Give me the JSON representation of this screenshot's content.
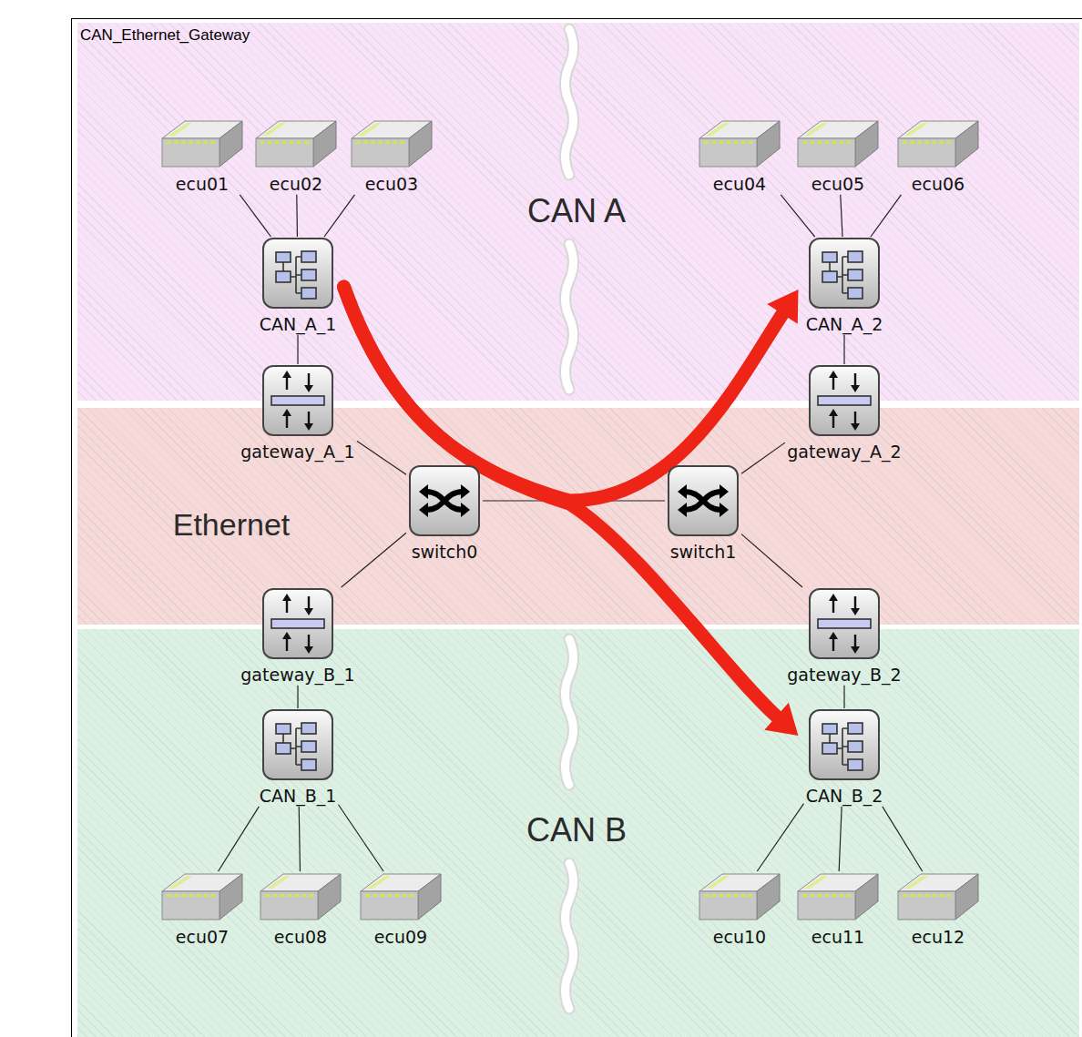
{
  "diagram": {
    "title": "CAN_Ethernet_Gateway",
    "nodes": [
      {
        "text": [
          "CAN A"
        ]
      },
      {
        "text": [
          "Ethernet"
        ]
      },
      {
        "text": [
          "CAN B"
        ]
      },
      {
        "text": [
          "ecu01"
        ],
        "in": 0
      },
      {
        "text": [
          "ecu02"
        ],
        "in": 0
      },
      {
        "text": [
          "ecu03"
        ],
        "in": 0
      },
      {
        "text": [
          "ecu04"
        ],
        "in": 0
      },
      {
        "text": [
          "ecu05"
        ],
        "in": 0
      },
      {
        "text": [
          "ecu06"
        ],
        "in": 0
      },
      {
        "text": [
          "CAN_A_1"
        ],
        "in": 0
      },
      {
        "text": [
          "CAN_A_2"
        ],
        "in": 0
      },
      {
        "text": [
          "gateway_A_1"
        ]
      },
      {
        "text": [
          "gateway_A_2"
        ]
      },
      {
        "text": [
          "switch0"
        ],
        "in": 1
      },
      {
        "text": [
          "switch1"
        ],
        "in": 1
      },
      {
        "text": [
          "gateway_B_1"
        ]
      },
      {
        "text": [
          "gateway_B_2"
        ]
      },
      {
        "text": [
          "CAN_B_1"
        ],
        "in": 2
      },
      {
        "text": [
          "CAN_B_2"
        ],
        "in": 2
      },
      {
        "text": [
          "ecu07"
        ],
        "in": 2
      },
      {
        "text": [
          "ecu08"
        ],
        "in": 2
      },
      {
        "text": [
          "ecu09"
        ],
        "in": 2
      },
      {
        "text": [
          "ecu10"
        ],
        "in": 2
      },
      {
        "text": [
          "ecu11"
        ],
        "in": 2
      },
      {
        "text": [
          "ecu12"
        ],
        "in": 2
      }
    ],
    "edges": [
      {
        "from": 3,
        "to": 9,
        "arrow": "none"
      },
      {
        "from": 4,
        "to": 9,
        "arrow": "none"
      },
      {
        "from": 5,
        "to": 9,
        "arrow": "none"
      },
      {
        "from": 6,
        "to": 10,
        "arrow": "none"
      },
      {
        "from": 7,
        "to": 10,
        "arrow": "none"
      },
      {
        "from": 8,
        "to": 10,
        "arrow": "none"
      },
      {
        "from": 9,
        "to": 11,
        "arrow": "none"
      },
      {
        "from": 10,
        "to": 12,
        "arrow": "none"
      },
      {
        "from": 11,
        "to": 13,
        "arrow": "none"
      },
      {
        "from": 13,
        "to": 14,
        "arrow": "none"
      },
      {
        "from": 14,
        "to": 12,
        "arrow": "none"
      },
      {
        "from": 13,
        "to": 15,
        "arrow": "none"
      },
      {
        "from": 14,
        "to": 16,
        "arrow": "none"
      },
      {
        "from": 15,
        "to": 17,
        "arrow": "none"
      },
      {
        "from": 16,
        "to": 18,
        "arrow": "none"
      },
      {
        "from": 17,
        "to": 19,
        "arrow": "none"
      },
      {
        "from": 17,
        "to": 20,
        "arrow": "none"
      },
      {
        "from": 17,
        "to": 21,
        "arrow": "none"
      },
      {
        "from": 18,
        "to": 22,
        "arrow": "none"
      },
      {
        "from": 18,
        "to": 23,
        "arrow": "none"
      },
      {
        "from": 18,
        "to": 24,
        "arrow": "none"
      },
      {
        "from": 9,
        "to": 10,
        "arrow": "to"
      },
      {
        "from": 9,
        "to": 18,
        "arrow": "to"
      }
    ]
  }
}
